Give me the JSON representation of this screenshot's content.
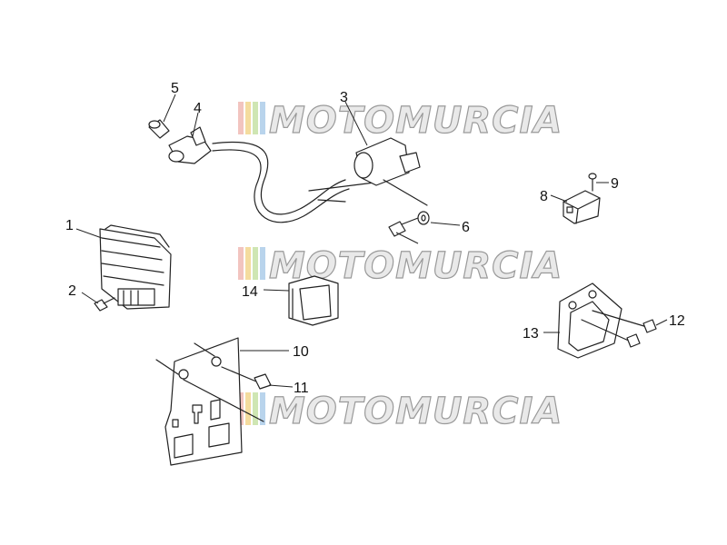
{
  "watermark": {
    "text": "MOTOMURCIA",
    "colors": [
      "#f2c4bf",
      "#f4dc9e",
      "#cfe6b3",
      "#b9d4ec"
    ]
  },
  "callouts": [
    "1",
    "2",
    "3",
    "4",
    "5",
    "6",
    "8",
    "9",
    "10",
    "11",
    "12",
    "13",
    "14"
  ]
}
